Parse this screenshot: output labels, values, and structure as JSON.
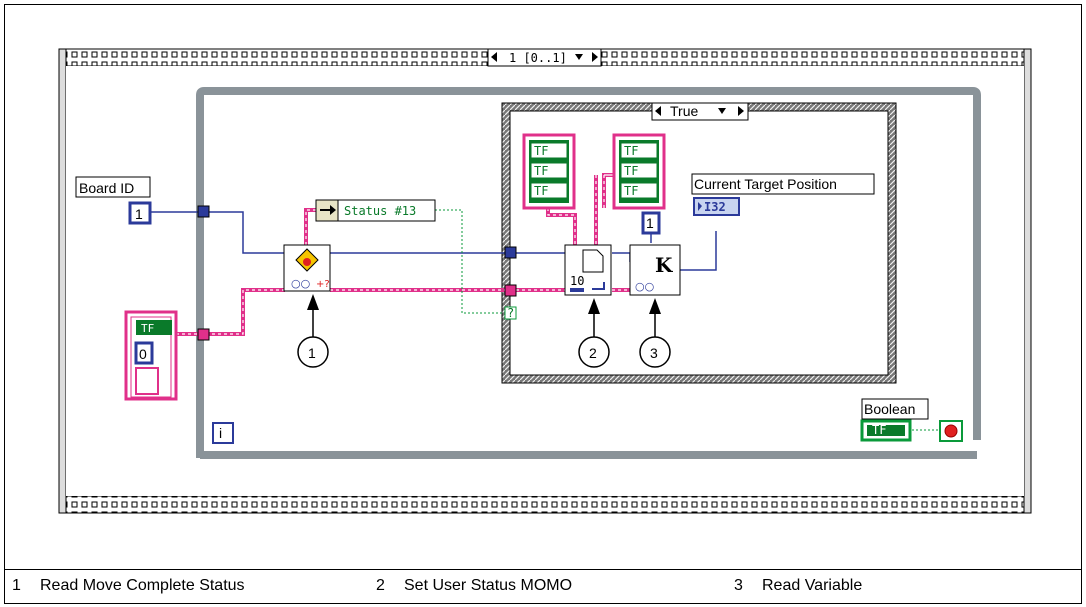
{
  "diagram": {
    "sequence_selector": "1 [0..1]",
    "case_selector": "True",
    "board_id_label": "Board ID",
    "board_id_value": "1",
    "status_label": "Status #13",
    "current_target_label": "Current Target Position",
    "i32_label": "I32",
    "constant_one": "1",
    "constant_zero": "0",
    "boolean_label": "Boolean",
    "iteration_label": "i",
    "k_label": "K",
    "question_mark": "?",
    "tf_label": "TF",
    "callouts": [
      "1",
      "2",
      "3"
    ]
  },
  "legend": [
    {
      "num": "1",
      "text": "Read Move Complete Status"
    },
    {
      "num": "2",
      "text": "Set User Status MOMO"
    },
    {
      "num": "3",
      "text": "Read Variable"
    }
  ],
  "colors": {
    "wire_blue": "#2b3a9a",
    "wire_pink": "#e0308a",
    "wire_green": "#0a9a3a",
    "loop_gray": "#8a9399",
    "case_frame": "#555555"
  }
}
